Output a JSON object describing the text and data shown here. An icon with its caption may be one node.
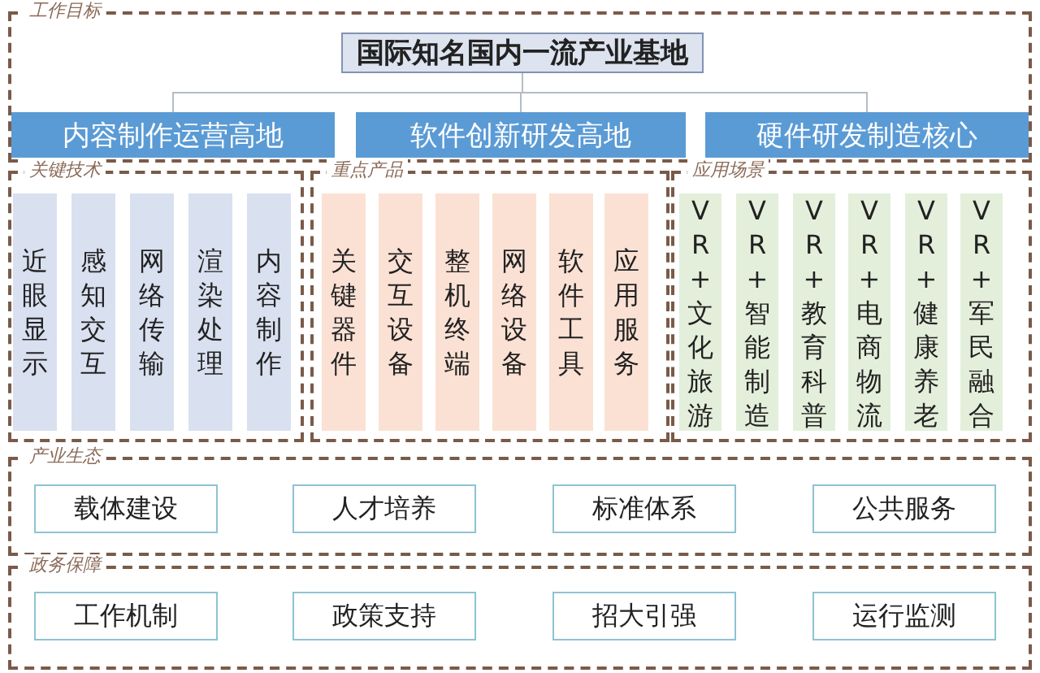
{
  "diagram": {
    "nodes": [
      {
        "text": [
          "工作目标"
        ]
      },
      {
        "text": [
          "国际知名国内一流产业基地"
        ],
        "in": 0
      },
      {
        "text": [
          "内容制作运营高地"
        ],
        "in": 0
      },
      {
        "text": [
          "软件创新研发高地"
        ],
        "in": 0
      },
      {
        "text": [
          "硬件研发制造核心"
        ],
        "in": 0
      },
      {
        "text": [
          "关键技术"
        ]
      },
      {
        "text": [
          "近眼显示"
        ],
        "in": 5
      },
      {
        "text": [
          "感知交互"
        ],
        "in": 5
      },
      {
        "text": [
          "网络传输"
        ],
        "in": 5
      },
      {
        "text": [
          "渲染处理"
        ],
        "in": 5
      },
      {
        "text": [
          "内容制作"
        ],
        "in": 5
      },
      {
        "text": [
          "重点产品"
        ]
      },
      {
        "text": [
          "关键器件"
        ],
        "in": 11
      },
      {
        "text": [
          "交互设备"
        ],
        "in": 11
      },
      {
        "text": [
          "整机终端"
        ],
        "in": 11
      },
      {
        "text": [
          "网络设备"
        ],
        "in": 11
      },
      {
        "text": [
          "软件工具"
        ],
        "in": 11
      },
      {
        "text": [
          "应用服务"
        ],
        "in": 11
      },
      {
        "text": [
          "应用场景"
        ]
      },
      {
        "text": [
          "VR+文化旅游"
        ],
        "in": 18
      },
      {
        "text": [
          "VR+智能制造"
        ],
        "in": 18
      },
      {
        "text": [
          "VR+教育科普"
        ],
        "in": 18
      },
      {
        "text": [
          "VR+电商物流"
        ],
        "in": 18
      },
      {
        "text": [
          "VR+健康养老"
        ],
        "in": 18
      },
      {
        "text": [
          "VR+军民融合"
        ],
        "in": 18
      },
      {
        "text": [
          "产业生态"
        ]
      },
      {
        "text": [
          "载体建设"
        ],
        "in": 25
      },
      {
        "text": [
          "人才培养"
        ],
        "in": 25
      },
      {
        "text": [
          "标准体系"
        ],
        "in": 25
      },
      {
        "text": [
          "公共服务"
        ],
        "in": 25
      },
      {
        "text": [
          "政务保障"
        ]
      },
      {
        "text": [
          "工作机制"
        ],
        "in": 30
      },
      {
        "text": [
          "政策支持"
        ],
        "in": 30
      },
      {
        "text": [
          "招大引强"
        ],
        "in": 30
      },
      {
        "text": [
          "运行监测"
        ],
        "in": 30
      }
    ],
    "edges": [
      {
        "from": 1,
        "to": 2,
        "arrow": "none"
      },
      {
        "from": 1,
        "to": 3,
        "arrow": "none"
      },
      {
        "from": 1,
        "to": 4,
        "arrow": "none"
      }
    ]
  }
}
